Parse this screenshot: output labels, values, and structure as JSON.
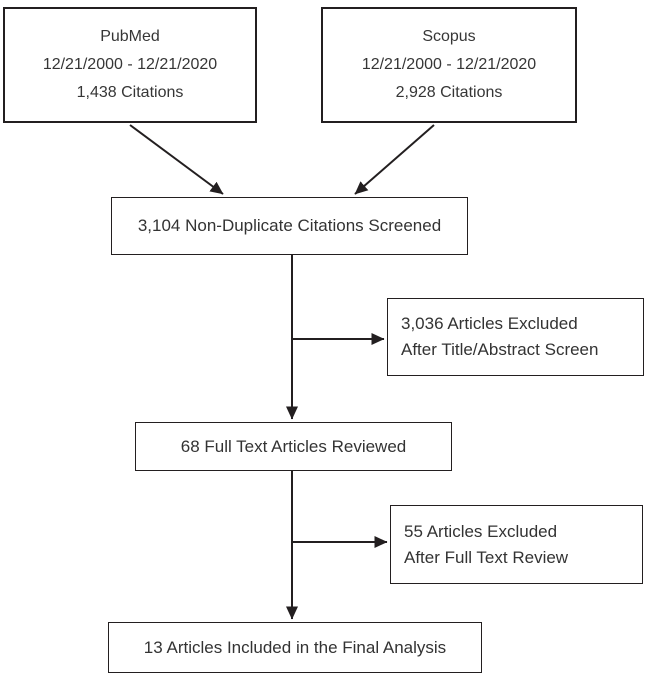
{
  "diagram_type": "prisma-flow",
  "flow": {
    "pubmed": {
      "name": "PubMed",
      "date_range": "12/21/2000 - 12/21/2020",
      "citations": "1,438 Citations"
    },
    "scopus": {
      "name": "Scopus",
      "date_range": "12/21/2000 - 12/21/2020",
      "citations": "2,928 Citations"
    },
    "screened": {
      "label": "3,104 Non-Duplicate Citations Screened"
    },
    "excluded_title_abstract": {
      "line1": "3,036 Articles Excluded",
      "line2": "After Title/Abstract Screen"
    },
    "full_text_reviewed": {
      "label": "68 Full Text Articles Reviewed"
    },
    "excluded_full_text": {
      "line1": "55 Articles Excluded",
      "line2": "After Full Text Review"
    },
    "final_analysis": {
      "label": "13 Articles Included in the Final Analysis"
    }
  },
  "colors": {
    "line": "#231f20",
    "box_border": "#231f20",
    "box_background": "#ffffff",
    "text": "#333333",
    "page_background": "#ffffff"
  }
}
